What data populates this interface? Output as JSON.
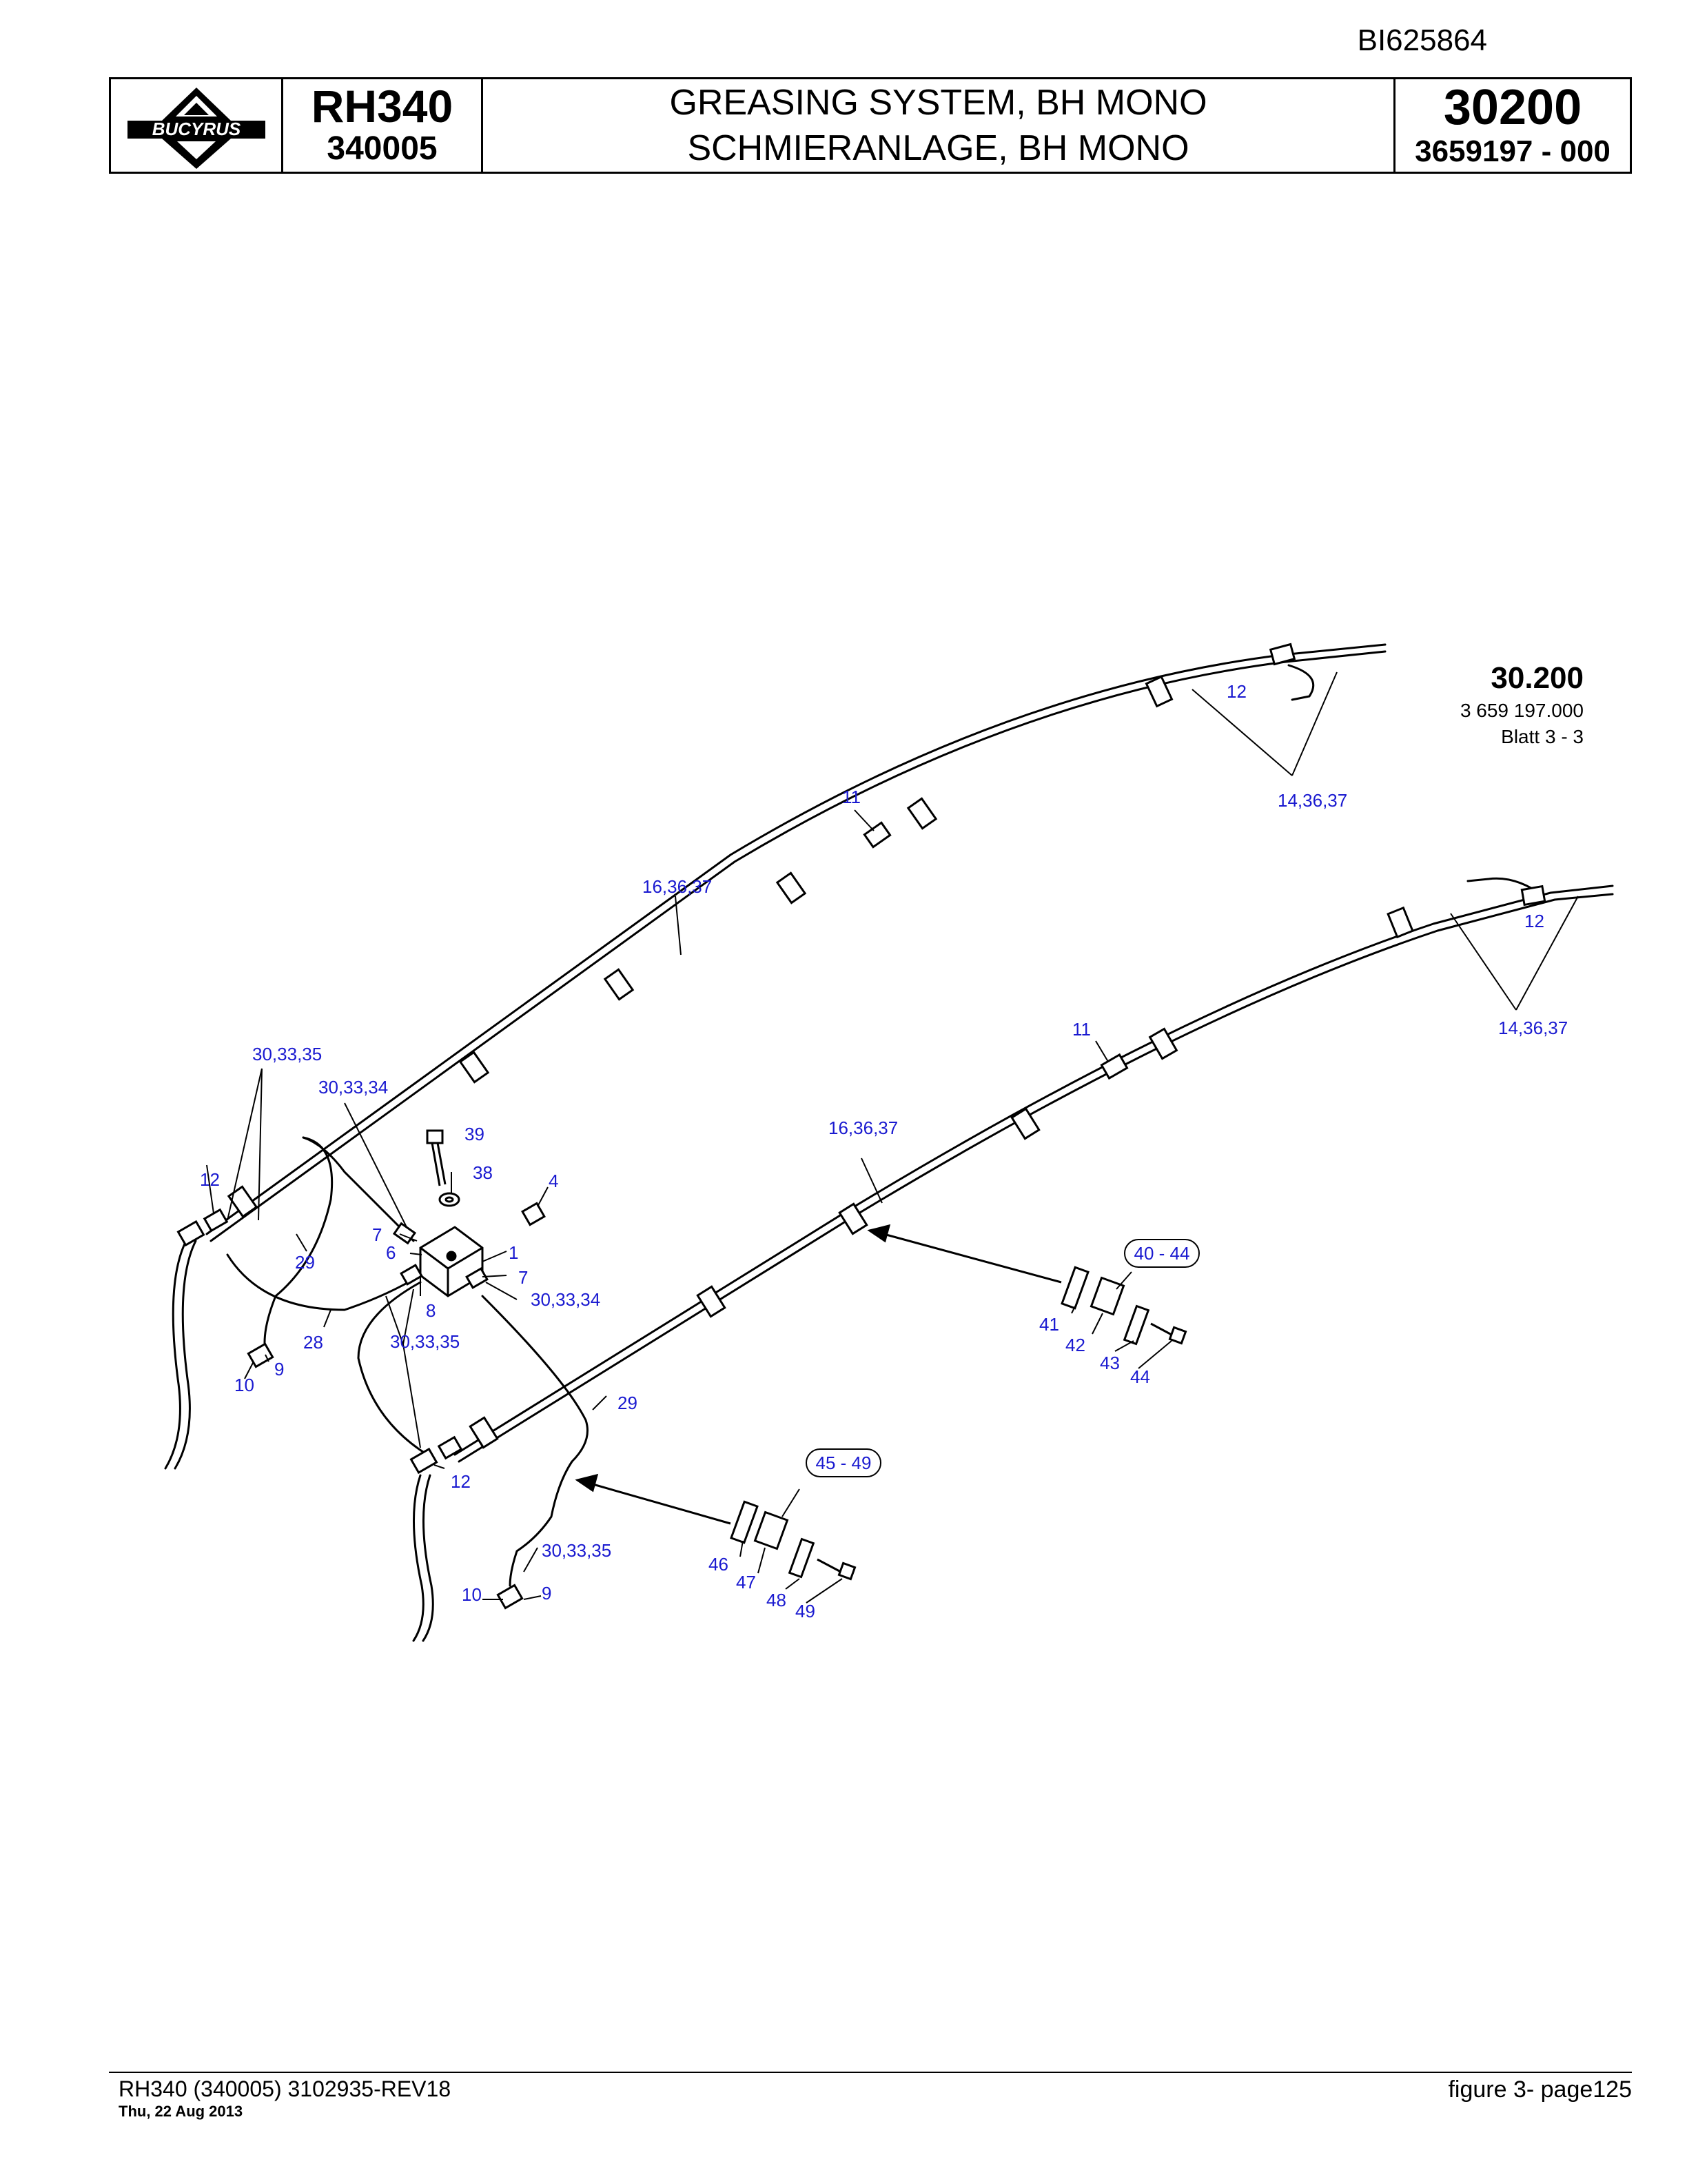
{
  "doc_id": "BI625864",
  "header": {
    "logo_text": "BUCYRUS",
    "model": "RH340",
    "serial": "340005",
    "title_en": "GREASING SYSTEM, BH MONO",
    "title_de": "SCHMIERANLAGE, BH MONO",
    "group_no": "30200",
    "part_no": "3659197 - 000"
  },
  "figure_ref": {
    "group": "30.200",
    "drawing_no": "3 659 197.000",
    "sheet": "Blatt 3 - 3"
  },
  "callouts": {
    "c12_top": "12",
    "c14_top": "14,36,37",
    "c11_top": "11",
    "c16_top": "16,36,37",
    "c12_right": "12",
    "c14_right": "14,36,37",
    "c11_lower": "11",
    "c16_lower": "16,36,37",
    "c30_33_35_a": "30,33,35",
    "c30_33_34_a": "30,33,34",
    "c39": "39",
    "c38": "38",
    "c4": "4",
    "c12_left": "12",
    "c7_a": "7",
    "c6": "6",
    "c1": "1",
    "c7_b": "7",
    "c29_a": "29",
    "c30_33_34_b": "30,33,34",
    "c8": "8",
    "c28": "28",
    "c30_33_35_b": "30,33,35",
    "c9_a": "9",
    "c10_a": "10",
    "c29_b": "29",
    "c12_bottom": "12",
    "c30_33_35_c": "30,33,35",
    "c10_b": "10",
    "c9_b": "9",
    "c40_44": "40 - 44",
    "c41": "41",
    "c42": "42",
    "c43": "43",
    "c44": "44",
    "c45_49": "45 - 49",
    "c46": "46",
    "c47": "47",
    "c48": "48",
    "c49": "49"
  },
  "footer": {
    "left": "RH340 (340005) 3102935-REV18",
    "date": "Thu, 22 Aug 2013",
    "right": "figure 3- page125"
  }
}
